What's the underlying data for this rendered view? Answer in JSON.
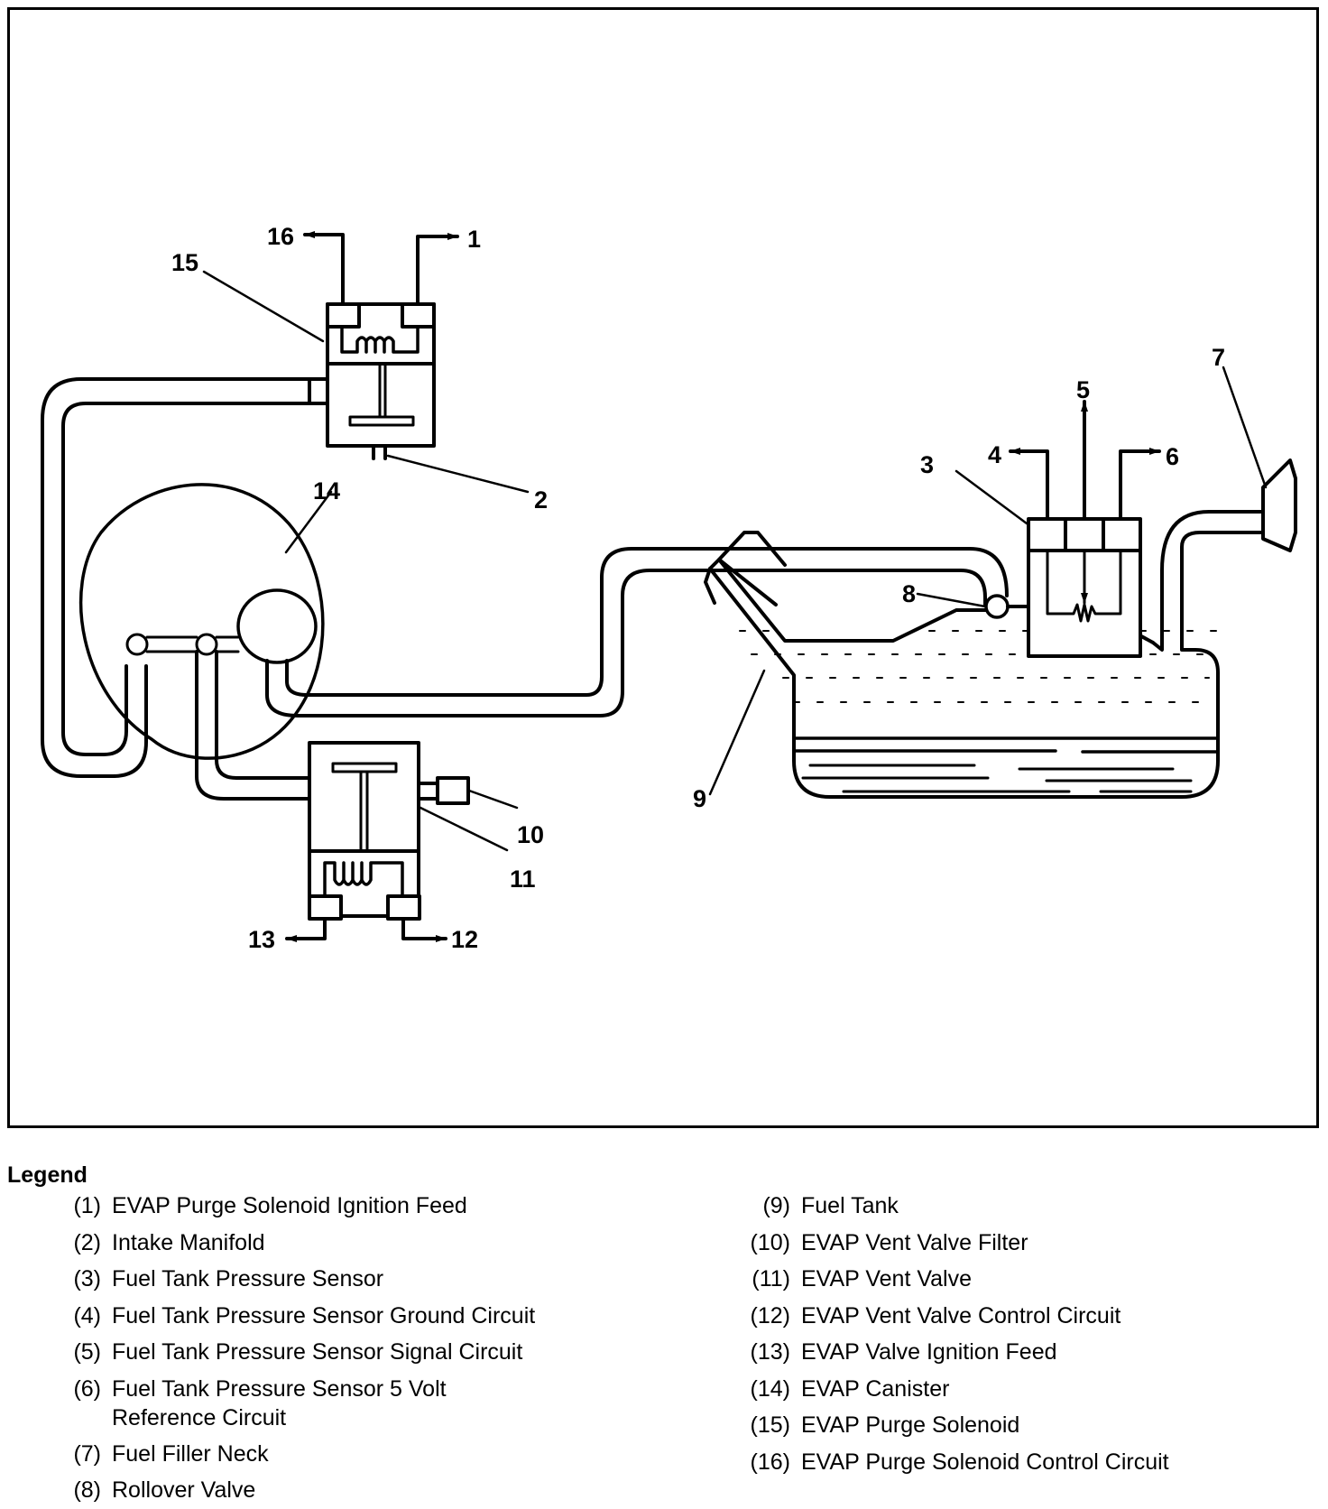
{
  "diagram": {
    "type": "EVAP system schematic",
    "callouts": [
      "1",
      "2",
      "3",
      "4",
      "5",
      "6",
      "7",
      "8",
      "9",
      "10",
      "11",
      "12",
      "13",
      "14",
      "15",
      "16"
    ]
  },
  "legend": {
    "title": "Legend",
    "left": [
      {
        "num": "(1)",
        "text": "EVAP Purge Solenoid Ignition Feed"
      },
      {
        "num": "(2)",
        "text": "Intake Manifold"
      },
      {
        "num": "(3)",
        "text": "Fuel Tank Pressure Sensor"
      },
      {
        "num": "(4)",
        "text": "Fuel Tank Pressure Sensor Ground Circuit"
      },
      {
        "num": "(5)",
        "text": "Fuel Tank Pressure Sensor Signal Circuit"
      },
      {
        "num": "(6)",
        "text": "Fuel Tank Pressure Sensor 5 Volt Reference Circuit"
      },
      {
        "num": "(7)",
        "text": "Fuel Filler Neck"
      },
      {
        "num": "(8)",
        "text": "Rollover Valve"
      }
    ],
    "right": [
      {
        "num": "(9)",
        "text": "Fuel Tank"
      },
      {
        "num": "(10)",
        "text": "EVAP Vent Valve Filter"
      },
      {
        "num": "(11)",
        "text": "EVAP Vent Valve"
      },
      {
        "num": "(12)",
        "text": "EVAP Vent Valve Control Circuit"
      },
      {
        "num": "(13)",
        "text": "EVAP Valve Ignition Feed"
      },
      {
        "num": "(14)",
        "text": "EVAP Canister"
      },
      {
        "num": "(15)",
        "text": "EVAP Purge Solenoid"
      },
      {
        "num": "(16)",
        "text": "EVAP Purge Solenoid Control Circuit"
      }
    ]
  }
}
